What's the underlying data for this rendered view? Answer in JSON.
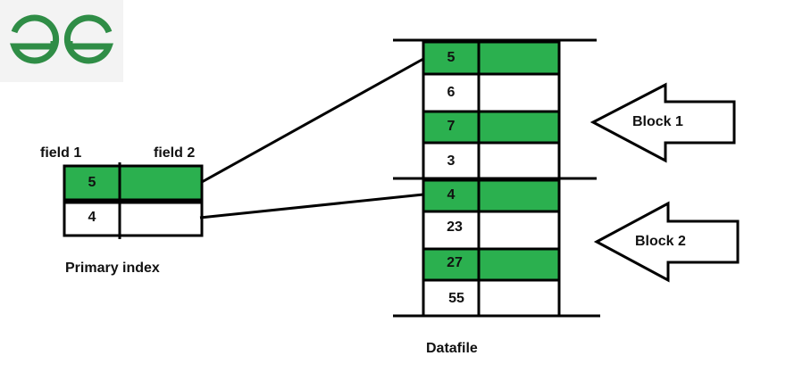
{
  "logo": {
    "text": "GG",
    "color": "#2f8d46"
  },
  "colors": {
    "highlight": "#2bb04f",
    "line": "#000000"
  },
  "index": {
    "field1_label": "field 1",
    "field2_label": "field 2",
    "title": "Primary index",
    "rows": [
      {
        "key": "5",
        "highlighted": true
      },
      {
        "key": "4",
        "highlighted": false
      }
    ]
  },
  "datafile": {
    "title": "Datafile",
    "rows": [
      {
        "key": "5",
        "highlighted": true
      },
      {
        "key": "6",
        "highlighted": false
      },
      {
        "key": "7",
        "highlighted": true
      },
      {
        "key": "3",
        "highlighted": false
      },
      {
        "key": "4",
        "highlighted": true
      },
      {
        "key": "23",
        "highlighted": false
      },
      {
        "key": "27",
        "highlighted": true
      },
      {
        "key": "55",
        "highlighted": false
      }
    ]
  },
  "blocks": [
    {
      "label": "Block 1"
    },
    {
      "label": "Block 2"
    }
  ]
}
